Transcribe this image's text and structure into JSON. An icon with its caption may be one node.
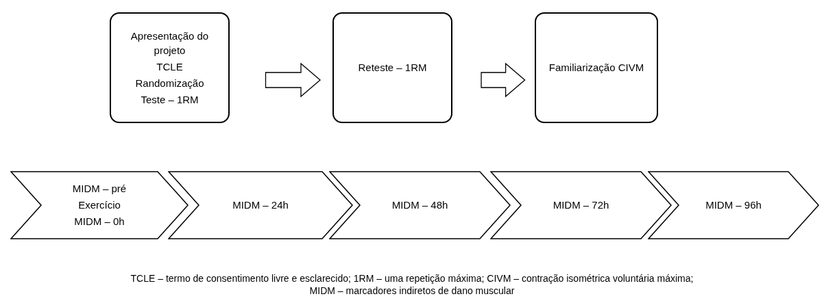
{
  "diagram": {
    "nodes": [
      {
        "text": [
          "Apresentação do projeto",
          "TCLE",
          "Randomização",
          "Teste – 1RM"
        ]
      },
      {
        "text": [
          "Reteste – 1RM"
        ]
      },
      {
        "text": [
          "Familiarização CIVM"
        ]
      },
      {
        "text": [
          "MIDM – pré",
          "Exercício",
          "MIDM – 0h"
        ]
      },
      {
        "text": [
          "MIDM – 24h"
        ]
      },
      {
        "text": [
          "MIDM – 48h"
        ]
      },
      {
        "text": [
          "MIDM – 72h"
        ]
      },
      {
        "text": [
          "MIDM – 96h"
        ]
      }
    ],
    "edges": [
      {
        "from": 0,
        "to": 1,
        "arrow": "to"
      },
      {
        "from": 1,
        "to": 2,
        "arrow": "to"
      }
    ],
    "labels": [
      "TCLE – termo de consentimento livre e esclarecido; 1RM – uma repetição máxima; CIVM – contração isométrica voluntária máxima; MIDM – marcadores indiretos de dano muscular"
    ]
  }
}
